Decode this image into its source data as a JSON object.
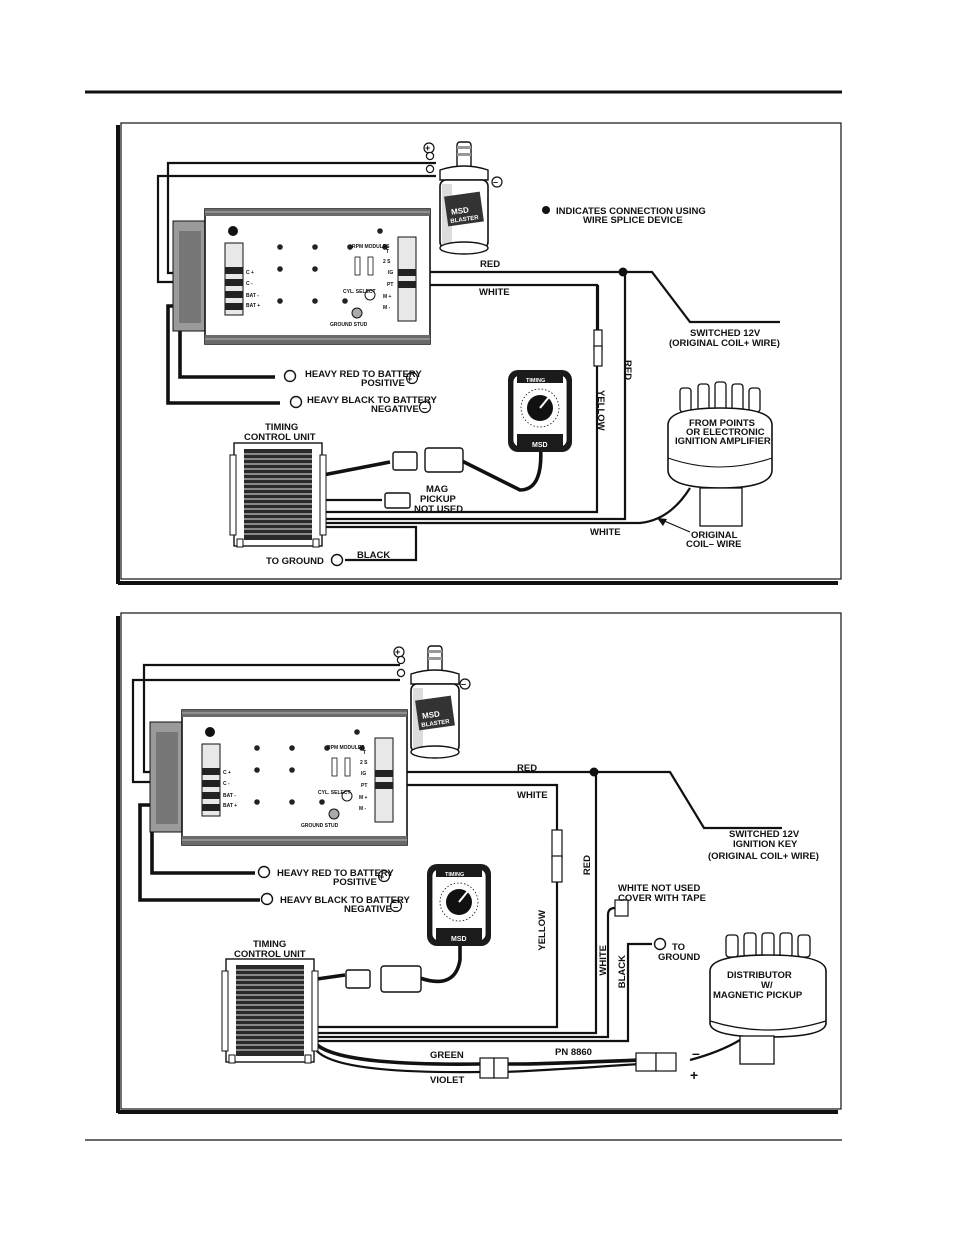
{
  "diagram1": {
    "legend": "INDICATES CONNECTION USING WIRE SPLICE DEVICE",
    "labels": {
      "red_top": "RED",
      "white_top": "WHITE",
      "switched": "SWITCHED 12V",
      "switched_sub": "(ORIGINAL COIL+ WIRE)",
      "heavy_red": "HEAVY RED TO BATTERY",
      "heavy_red_sub": "POSITIVE",
      "heavy_black": "HEAVY BLACK TO BATTERY",
      "heavy_black_sub": "NEGATIVE",
      "timing_unit": "TIMING",
      "timing_unit_sub": "CONTROL UNIT",
      "mag": "MAG",
      "mag2": "PICKUP",
      "mag3": "NOT USED",
      "yellow": "YELLOW",
      "red_vert": "RED",
      "from_points": "FROM POINTS",
      "from_points2": "OR ELECTRONIC",
      "from_points3": "IGNITION AMPLIFIER",
      "white_bottom": "WHITE",
      "original": "ORIGINAL",
      "original2": "COIL– WIRE",
      "to_ground": "TO GROUND",
      "black": "BLACK"
    }
  },
  "diagram2": {
    "labels": {
      "red_top": "RED",
      "white_top": "WHITE",
      "switched": "SWITCHED 12V",
      "switched2": "IGNITION KEY",
      "switched3": "(ORIGINAL COIL+ WIRE)",
      "heavy_red": "HEAVY RED TO BATTERY",
      "heavy_red_sub": "POSITIVE",
      "heavy_black": "HEAVY BLACK TO BATTERY",
      "heavy_black_sub": "NEGATIVE",
      "timing_unit": "TIMING",
      "timing_unit_sub": "CONTROL UNIT",
      "yellow": "YELLOW",
      "red_vert": "RED",
      "white_vert": "WHITE",
      "black_vert": "BLACK",
      "white_not_used": "WHITE NOT USED",
      "white_not_used2": "COVER WITH TAPE",
      "to": "TO",
      "ground": "GROUND",
      "distributor": "DISTRIBUTOR",
      "distributor2": "W/",
      "distributor3": "MAGNETIC  PICKUP",
      "green": "GREEN",
      "violet": "VIOLET",
      "pn": "PN 8860",
      "minus": "–",
      "plus": "+"
    }
  },
  "module": {
    "terms_left": [
      "C +",
      "C -",
      "BAT -",
      "BAT +"
    ],
    "terms_right": [
      "T",
      "2 S",
      "IG",
      "PT",
      "M +",
      "M -"
    ],
    "rpm_modules": "RPM MODULES",
    "cyl_select": "CYL. SELECT",
    "ground_stud": "GROUND STUD"
  },
  "coil_brand": "MSD",
  "coil_model": "BLASTER",
  "coil_num": "2",
  "tc_title": "TIMING",
  "tc_title2": "CONTROL",
  "tc_brand": "MSD",
  "plus_sym": "+",
  "minus_sym": "–"
}
